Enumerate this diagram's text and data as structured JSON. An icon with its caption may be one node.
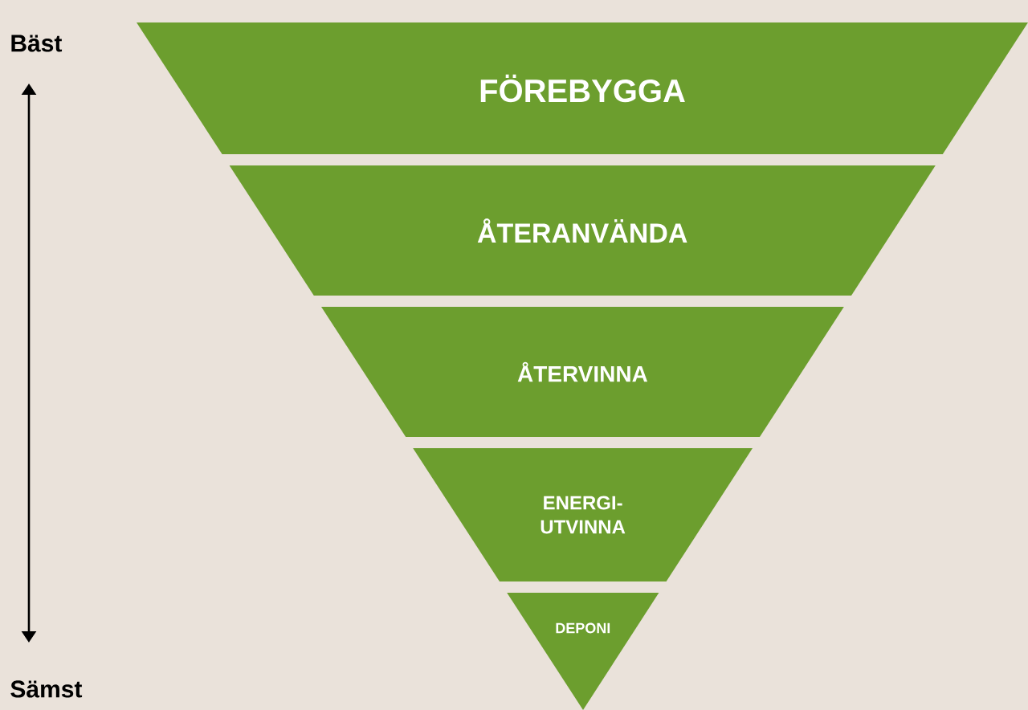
{
  "diagram": {
    "nodes": [
      {
        "text": [
          "FÖREBYGGA"
        ]
      },
      {
        "text": [
          "ÅTERANVÄNDA"
        ]
      },
      {
        "text": [
          "ÅTERVINNA"
        ]
      },
      {
        "text": [
          "ENERGI-UTVINNA"
        ]
      },
      {
        "text": [
          "DEPONI"
        ]
      }
    ],
    "labels": [
      "Bäst",
      "Sämst"
    ]
  }
}
